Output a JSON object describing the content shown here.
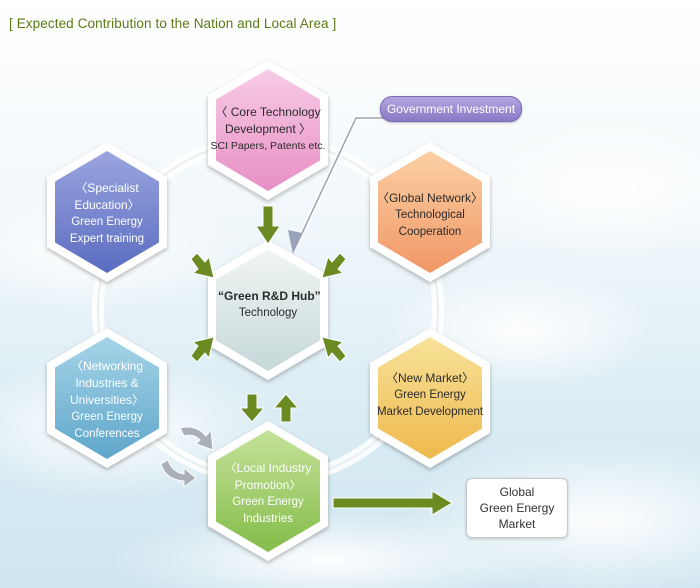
{
  "title": "[ Expected Contribution to the Nation and Local Area ]",
  "government_investment": "Government Investment",
  "hub": {
    "line1": "“Green R&D Hub”",
    "line2": "Technology"
  },
  "core_technology": {
    "line1": "〈 Core Technology",
    "line2": "Development 〉",
    "line3": "SCI Papers, Patents etc."
  },
  "specialist": {
    "line1": "〈Specialist",
    "line2": "Education〉",
    "line3": "Green Energy",
    "line4": "Expert training"
  },
  "global_network": {
    "line1": "〈Global Network〉",
    "line2": "Technological",
    "line3": "Cooperation"
  },
  "networking": {
    "line1": "〈Networking",
    "line2": "Industries &",
    "line3": "Universities〉",
    "line4": "Green Energy",
    "line5": "Conferences"
  },
  "new_market": {
    "line1": "〈New Market〉",
    "line2": "Green Energy",
    "line3": "Market Development"
  },
  "local_industry": {
    "line1": "〈Local Industry",
    "line2": "Promotion〉",
    "line3": "Green Energy",
    "line4": "Industries"
  },
  "global_market": {
    "line1": "Global",
    "line2": "Green Energy",
    "line3": "Market"
  },
  "colors": {
    "title": "#5a7a14",
    "arrow": "#6b8a22",
    "core": "#eb9ccd",
    "specialist": "#6f7fc9",
    "global_network": "#f4b07c",
    "networking": "#79b9d7",
    "new_market": "#f2cf70",
    "local_industry": "#9fcc66",
    "hub": "#dde7e7",
    "government": "#9a8bd3"
  }
}
